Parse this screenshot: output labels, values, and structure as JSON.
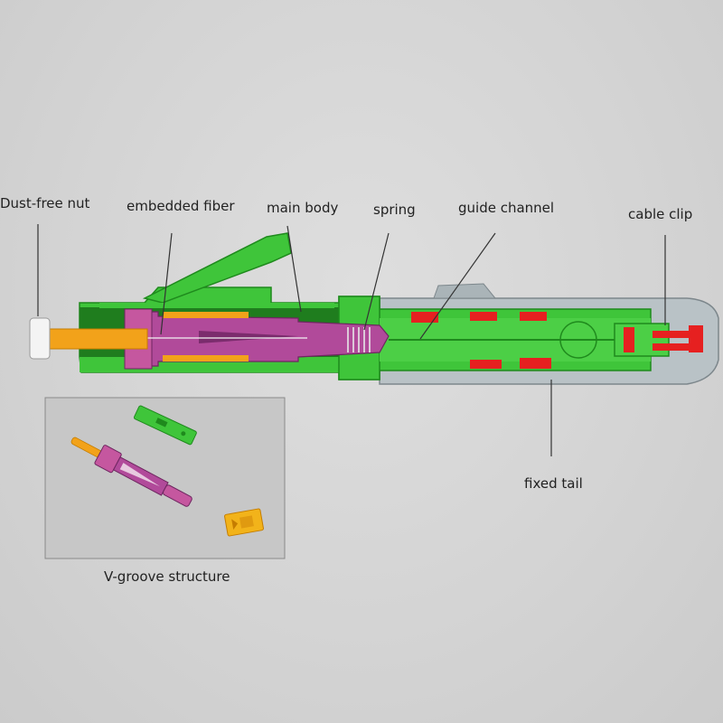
{
  "labels": {
    "dust_free_nut": "Dust-free nut",
    "embedded_fiber": "embedded fiber",
    "main_body": "main body",
    "spring": "spring",
    "guide_channel": "guide channel",
    "cable_clip": "cable clip",
    "fixed_tail": "fixed tail",
    "v_groove_structure": "V-groove structure"
  },
  "colors": {
    "body_green": "#3fc53a",
    "body_green_dark": "#1f8a1d",
    "inner_magenta": "#b14a9a",
    "fiber_orange": "#f2a21a",
    "clip_red": "#e62020",
    "tail_grey": "#b9c2c6",
    "nut_white": "#f4f4f4",
    "inset_bg": "#c7c7c7"
  }
}
